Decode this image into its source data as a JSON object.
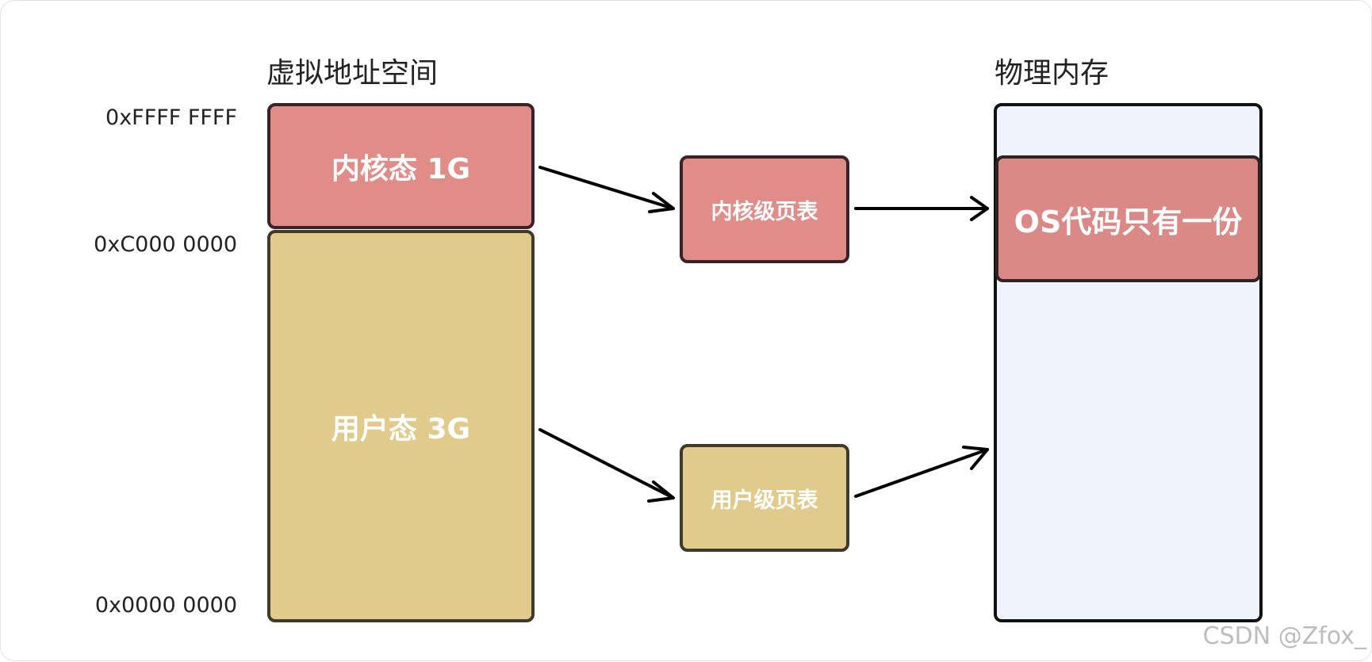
{
  "virtual_title": "虚拟地址空间",
  "physical_title": "物理内存",
  "addresses": {
    "top": "0xFFFF FFFF",
    "mid": "0xC000 0000",
    "bottom": "0x0000 0000"
  },
  "virtual": {
    "kernel": "内核态 1G",
    "user": "用户态 3G"
  },
  "page_tables": {
    "kernel": "内核级页表",
    "user": "用户级页表"
  },
  "physical": {
    "os_code": "OS代码只有一份"
  },
  "watermark": "CSDN @Zfox_",
  "colors": {
    "kernel": "#e08c89",
    "user": "#e0cb8c",
    "physical": "#eef3fc"
  }
}
